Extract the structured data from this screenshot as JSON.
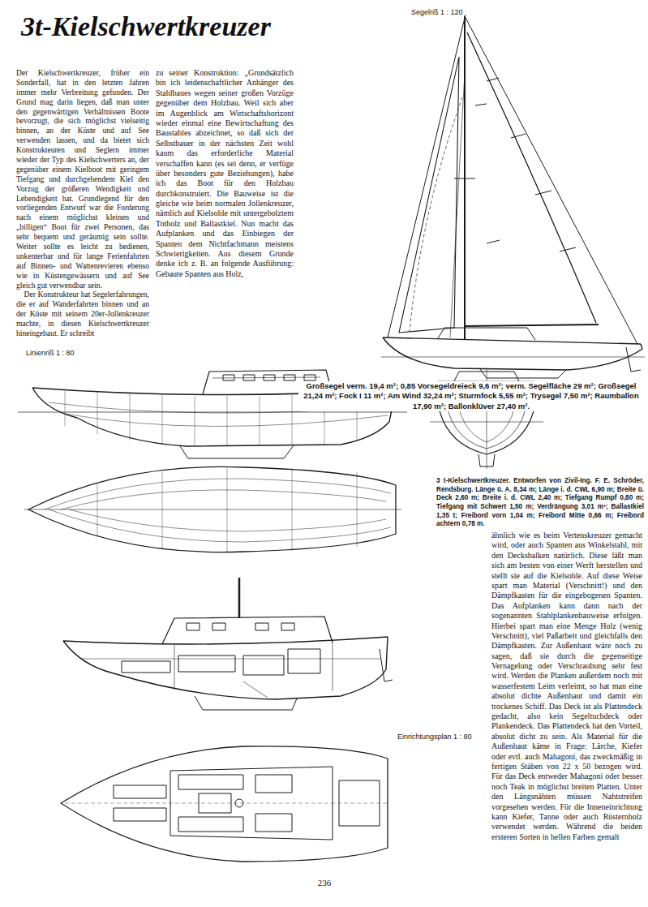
{
  "diagram": {
    "title": "3t-Kielschwertkreuzer",
    "caption": "3 t-Kielschwertkreuzer. Entworfen von Zivil-Ing. F. E. Schröder, Rendsburg. Länge ü. A. 8,34 m; Länge i. d. CWL 6,90 m; Breite ü. Deck 2,60 m; Breite i. d. CWL 2,40 m; Tiefgang Rumpf 0,80 m; Tiefgang mit Schwert 1,50 m; Verdrängung 3,01 m³; Ballastkiel 1,35 t; Freibord vorn 1,04 m; Freibord Mitte 0,66 m; Freibord achtern 0,78 m.",
    "labels": [
      "Segelriß 1 : 120",
      "Der Kielschwertkreuzer, früher ein Sonderfall, hat in den letzten Jahren immer mehr Verbreitung gefunden. Der Grund mag darin liegen, daß man unter den gegenwärtigen Verhältnissen Boote bevorzugt, die sich möglichst vielseitig binnen, an der Küste und auf See verwenden lassen, und da bietet sich Konstrukteuren und Seglern immer wieder der Typ des Kielschwerters an, der gegenüber einem Kielboot mit geringem Tiefgang und durchgehendem Kiel den Vorzug der größeren Wendigkeit und Lebendigkeit hat. Grundlegend für den vorliegenden Entwurf war die Forderung nach einem möglichst kleinen und „billigen“ Boot für zwei Personen, das sehr bequem und geräumig sein sollte. Weiter sollte es leicht zu bedienen, unkenterbar und für lange Ferienfahrten auf Binnen- und Wattenrevieren ebenso wie in Küstengewässern und auf See gleich gut verwendbar sein.",
      "Der Konstrukteur hat Segelerfahrungen, die er auf Wanderfahrten binnen und an der Küste mit seinem 20er-Jollenkreuzer machte, in diesen Kielschwertkreuzer hineingebaut. Er schreibt",
      "zu seiner Konstruktion: „Grundsätzlich bin ich leidenschaftlicher Anhänger des Stahlbaues wegen seiner großen Vorzüge gegenüber dem Holzbau. Weil sich aber im Augenblick am Wirtschaftshorizont wieder einmal eine Bewirtschaftung des Baustahles abzeichnet, so daß sich der Selbstbauer in der nächsten Zeit wohl kaum das erforderliche Material verschaffen kann (es sei denn, er verfüge über besonders gute Beziehungen), habe ich das Boot für den Holzbau durchkonstruiert. Die Bauweise ist die gleiche wie beim normalen Jollenkreuzer, nämlich auf Kielsohle mit untergebolztem Totholz und Ballastkiel. Nun macht das Aufplanken und das Einbiegen der Spanten dem Nichtfachmann meistens Schwierigkeiten. Aus diesem Grunde denke ich z. B. an folgende Ausführung: Gebaute Spanten aus Holz,",
      "Großsegel verm. 19,4 m²; 0,85 Vorsegeldreieck 9,6 m²; verm. Segelfläche 29 m²; Großsegel 21,24 m²; Fock I 11 m²; Am Wind 32,24 m²; Sturmfock 5,55 m²; Trysegel 7,50 m²; Raumballon 17,90 m²; Ballonklüver 27,40 m².",
      "Linienriß 1 : 80",
      "ähnlich wie es beim Vertenskreuzer gemacht wird, oder auch Spanten aus Winkelstahl, mit den Decksbalken natürlich. Diese läßt man sich am besten von einer Werft herstellen und stellt sie auf die Kielsohle. Auf diese Weise spart man Material (Verschnitt!) und den Dämpfkasten für die eingebogenen Spanten. Das Aufplanken kann dann nach der sogenannten Stahlplankenbauweise erfolgen. Hierbei spart man eine Menge Holz (wenig Verschnitt), viel Paßarbeit und gleichfalls den Dämpfkasten. Zur Außenhaut wäre noch zu sagen, daß sie durch die gegenseitige Vernagelung oder Verschraubung sehr fest wird. Werden die Planken außerdem noch mit wasserfestem Leim verleimt, so hat man eine absolut dichte Außenhaut und damit ein trockenes Schiff. Das Deck ist als Plattendeck gedacht, also kein Segeltuchdeck oder Plankendeck. Das Plattendeck hat den Vorteil, absolut dicht zu sein. Als Material für die Außenhaut käme in Frage: Lärche, Kiefer oder evtl. auch Mahagoni, das zweckmäßig in fertigen Stäben von 22 x 50 bezogen wird. Für das Deck entweder Mahagoni oder besser noch Teak in möglichst breiten Platten. Unter den Längsnähten müssen Nahtstreifen vorgesehen werden. Für die Inneneinrichtung kann Kiefer, Tanne oder auch Rüsternholz verwendet werden. Während die beiden ersteren Sorten in hellen Farben gemalt",
      "Einrichtungsplan 1 : 80",
      "236"
    ]
  }
}
